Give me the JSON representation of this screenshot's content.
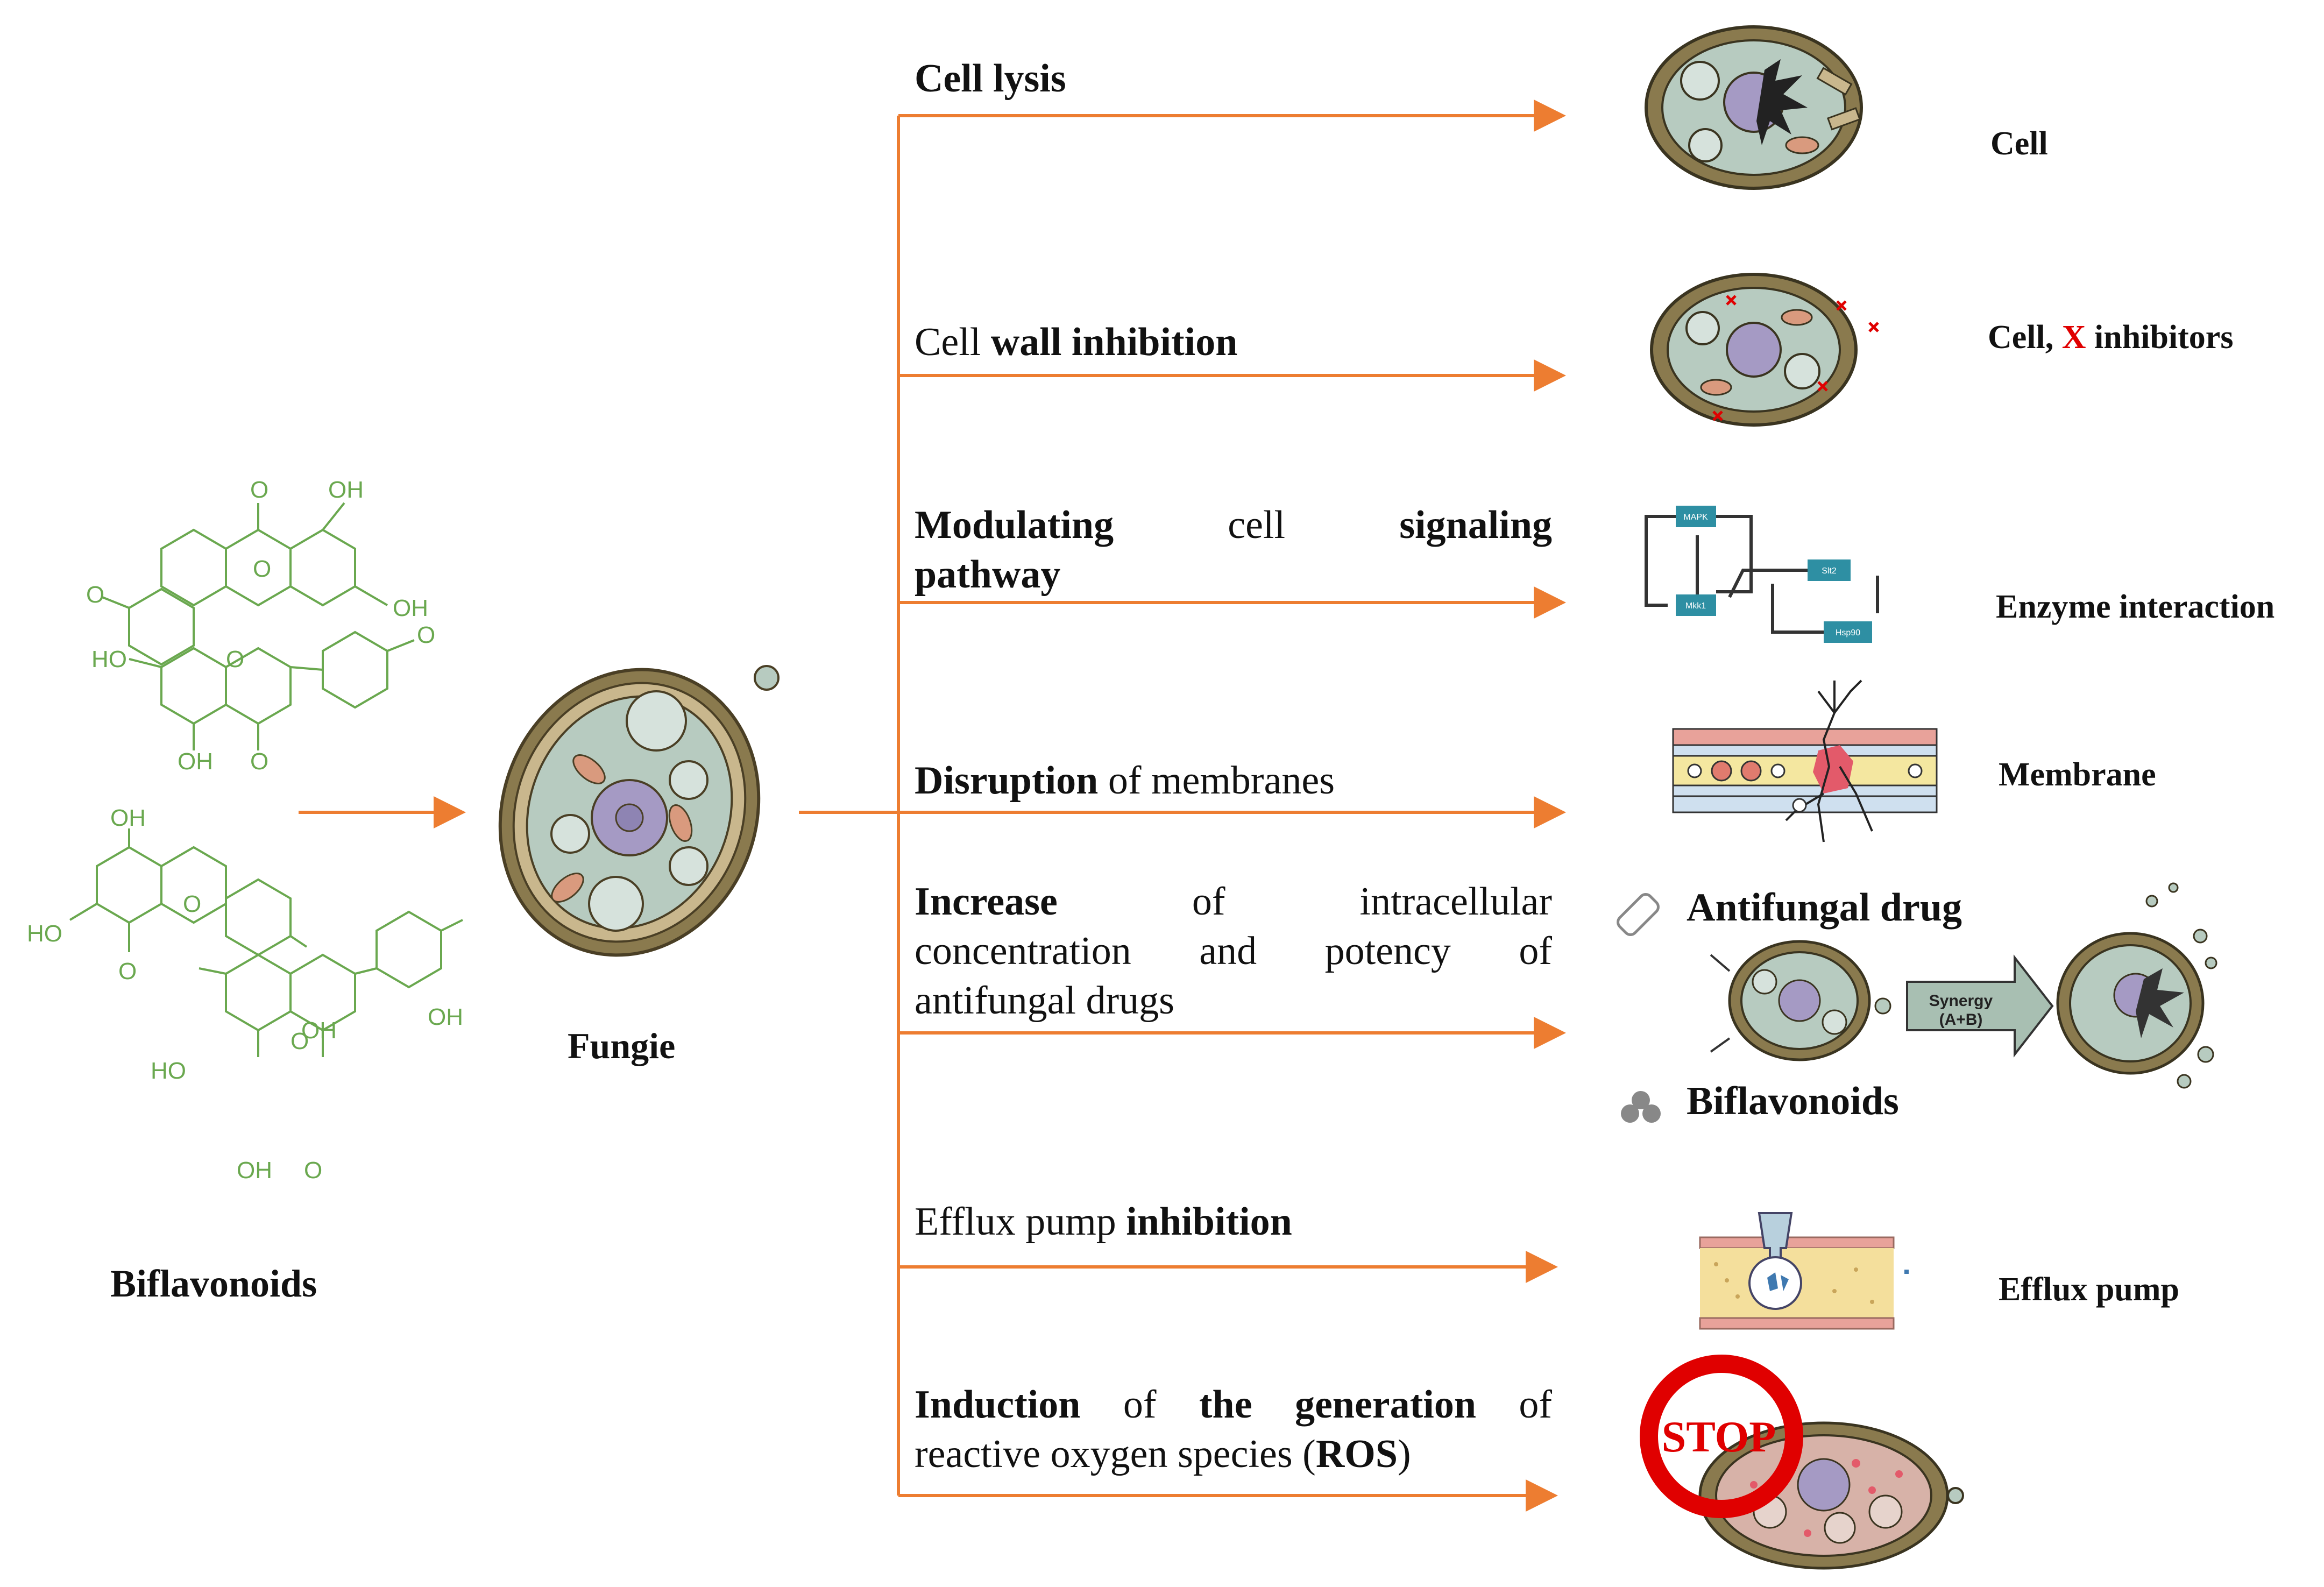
{
  "colors": {
    "arrow": "#ed7d31",
    "chem": "#6aa84f",
    "stop": "#e00000",
    "cell_fill": "#b7cbc0",
    "cell_wall": "#8a7a4e",
    "nucleus": "#a59ac4"
  },
  "left": {
    "compound_label": "Biflavonoids",
    "chem_labels": {
      "oh": "OH",
      "ho": "HO",
      "o": "O"
    }
  },
  "center": {
    "organism_label": "Fungie"
  },
  "mechanisms": [
    {
      "id": "cell-lysis",
      "parts": [
        {
          "text": "Cell lysis",
          "bold": true
        }
      ]
    },
    {
      "id": "cell-wall-inhibition",
      "parts": [
        {
          "text": "Cell ",
          "bold": false
        },
        {
          "text": "wall inhibition",
          "bold": true
        }
      ]
    },
    {
      "id": "signaling",
      "line1": [
        {
          "text": "Modulating",
          "bold": true
        },
        {
          "text": "cell",
          "bold": false
        },
        {
          "text": "signaling",
          "bold": true
        }
      ],
      "line2": [
        {
          "text": "pathway",
          "bold": true
        }
      ]
    },
    {
      "id": "membranes",
      "parts": [
        {
          "text": "Disruption",
          "bold": true
        },
        {
          "text": " of membranes",
          "bold": false
        }
      ]
    },
    {
      "id": "antifungal",
      "line1": [
        {
          "text": "Increase",
          "bold": true
        },
        {
          "text": "of",
          "bold": false
        },
        {
          "text": "intracellular",
          "bold": false
        }
      ],
      "line2": [
        {
          "text": "concentration",
          "bold": false
        },
        {
          "text": "and",
          "bold": false
        },
        {
          "text": "potency",
          "bold": false
        },
        {
          "text": "of",
          "bold": false
        }
      ],
      "line3": [
        {
          "text": "antifungal drugs",
          "bold": false
        }
      ]
    },
    {
      "id": "efflux",
      "parts": [
        {
          "text": "Efflux pump ",
          "bold": false
        },
        {
          "text": "inhibition",
          "bold": true
        }
      ]
    },
    {
      "id": "ros",
      "line1": [
        {
          "text": "Induction",
          "bold": true
        },
        {
          "text": "of",
          "bold": false
        },
        {
          "text": "the",
          "bold": true
        },
        {
          "text": "generation",
          "bold": true
        },
        {
          "text": "of",
          "bold": false
        }
      ],
      "line2": [
        {
          "text": "reactive oxygen species (",
          "bold": false
        },
        {
          "text": "ROS",
          "bold": true
        },
        {
          "text": ")",
          "bold": false
        }
      ]
    }
  ],
  "right_labels": {
    "cell": "Cell",
    "cell_inhibitors_prefix": "Cell, ",
    "cell_inhibitors_x": "X",
    "cell_inhibitors_suffix": " inhibitors",
    "enzyme": "Enzyme interaction",
    "membrane": "Membrane",
    "efflux": "Efflux pump"
  },
  "synergy_panel": {
    "drug": "Antifungal drug",
    "biflavonoids": "Biflavonoids",
    "synergy_line1": "Synergy",
    "synergy_line2": "(A+B)"
  },
  "enzyme_boxes": [
    "MAPK",
    "Mkk1",
    "Slt2",
    "Hsp90"
  ],
  "stop_sign": "STOP"
}
